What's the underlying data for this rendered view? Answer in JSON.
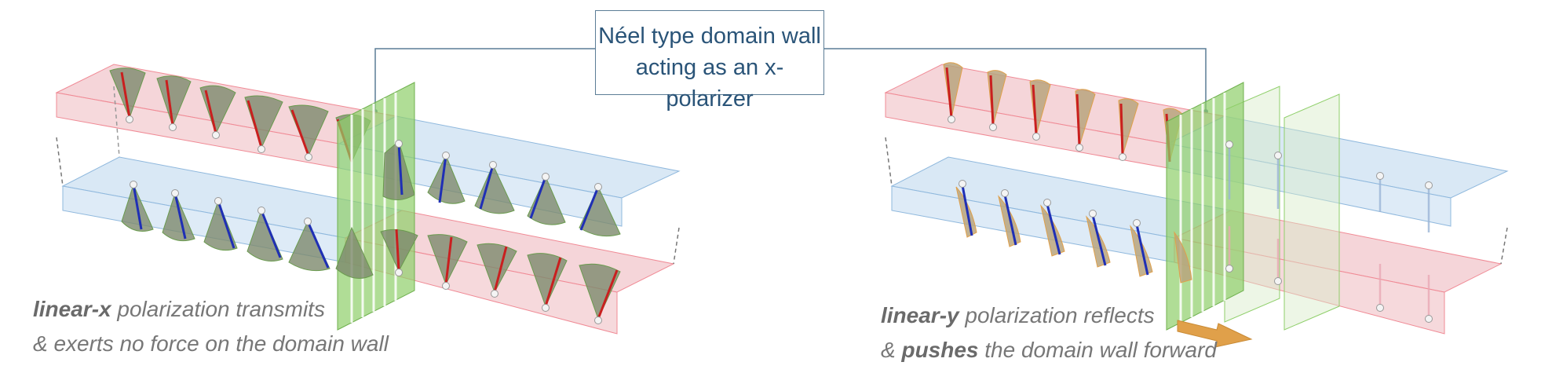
{
  "callout": {
    "line1": "Néel type domain wall",
    "line2": "acting as an x-polarizer"
  },
  "left_caption": {
    "bold_term": "linear-x",
    "line1_rest": " polarization transmits",
    "line2": "& exerts no force on the domain wall"
  },
  "right_caption": {
    "bold_term": "linear-y",
    "line1_rest": " polarization reflects",
    "line2_prefix": "& ",
    "line2_bold": "pushes",
    "line2_rest": " the domain wall forward"
  },
  "colors": {
    "red_bar": "#f2c7cc",
    "blue_bar": "#cfe2f3",
    "wall_green": "#8fcf6a",
    "cone_left": "#7d8a6d",
    "cone_right": "#b9a57e",
    "arrow_red": "#c91f1f",
    "arrow_blue": "#1f2fb5",
    "force_arrow": "#e0a04a",
    "callout_text": "#2a5478"
  }
}
